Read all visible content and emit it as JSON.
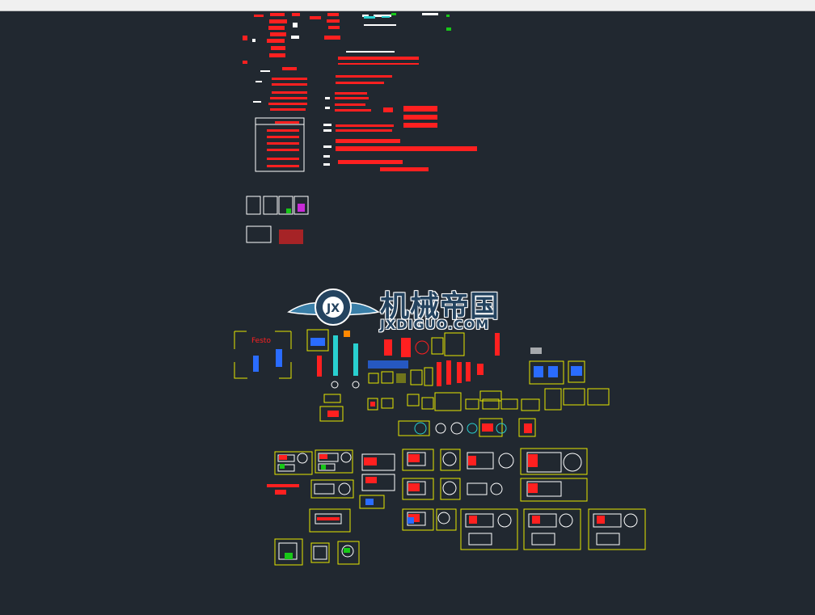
{
  "window": {
    "titlebar_label": ""
  },
  "watermark": {
    "name_cn": "机械帝国",
    "domain": "JXDIGUO.COM",
    "logo_icon": "gear-wings-logo-icon"
  },
  "drawing": {
    "labels": {
      "festo": "Festo"
    },
    "colors": {
      "background": "#212830",
      "primary_lines": "#ffffff",
      "dimension": "#ff2020",
      "block_frame": "#e8e800",
      "highlight_green": "#18c818",
      "highlight_blue": "#2a6cff",
      "highlight_magenta": "#c82ad8",
      "highlight_cyan": "#29d0d0"
    }
  }
}
